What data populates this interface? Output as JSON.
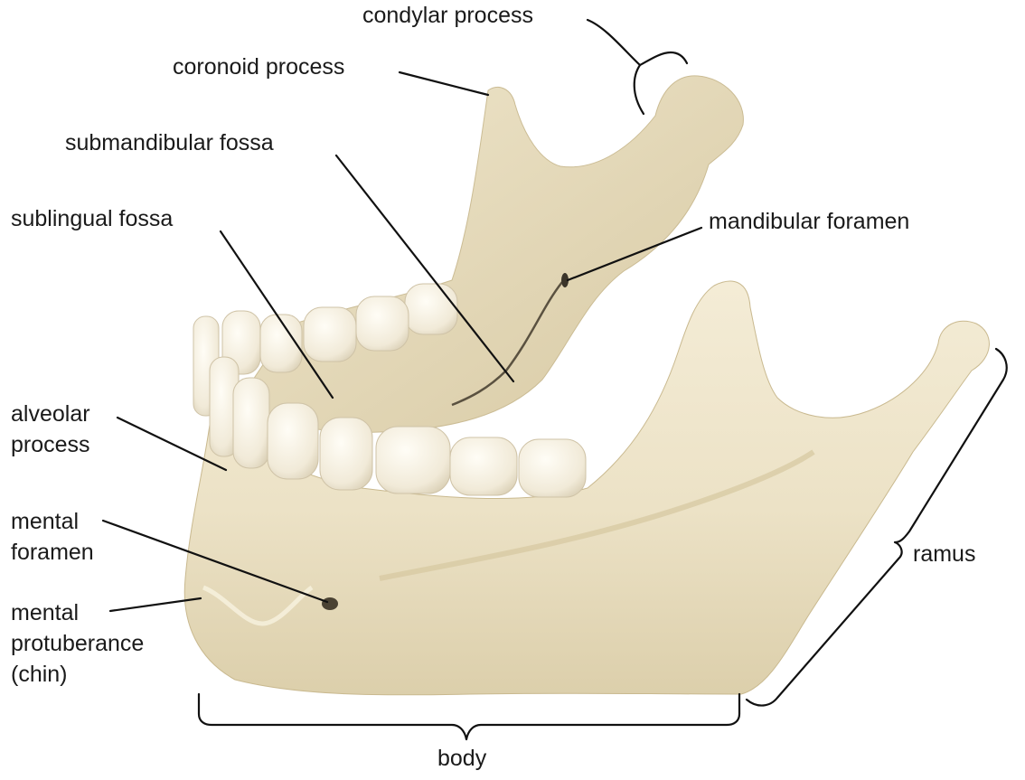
{
  "labels": {
    "condylar_process": "condylar process",
    "coronoid_process": "coronoid process",
    "submandibular_fossa": "submandibular fossa",
    "sublingual_fossa": "sublingual fossa",
    "mandibular_foramen": "mandibular foramen",
    "alveolar_process_line1": "alveolar",
    "alveolar_process_line2": "process",
    "mental_foramen_line1": "mental",
    "mental_foramen_line2": "foramen",
    "mental_protuberance_line1": "mental",
    "mental_protuberance_line2": "protuberance",
    "mental_protuberance_line3": "(chin)",
    "ramus": "ramus",
    "body": "body"
  },
  "colors": {
    "bone": "#ece3c8",
    "bone_shadow": "#d9cba6",
    "bone_highlight": "#f7f1de",
    "tooth": "#f6f1e4",
    "tooth_shadow": "#d8ceb6",
    "line": "#111111",
    "text": "#1a1a1a",
    "background": "#ffffff"
  }
}
